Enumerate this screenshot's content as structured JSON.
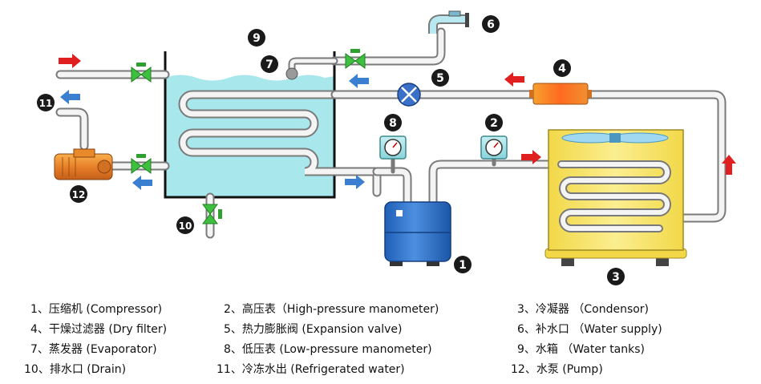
{
  "components": [
    {
      "num": "1",
      "label": "1、压缩机 (Compressor)"
    },
    {
      "num": "2",
      "label": "2、高压表（High-pressure manometer)"
    },
    {
      "num": "3",
      "label": "3、冷凝器 （Condensor)"
    },
    {
      "num": "4",
      "label": "4、干燥过滤器 (Dry filter)"
    },
    {
      "num": "5",
      "label": "5、热力膨胀阀 (Expansion valve)"
    },
    {
      "num": "6",
      "label": "6、补水口 （Water supply)"
    },
    {
      "num": "7",
      "label": "7、蒸发器 (Evaporator)"
    },
    {
      "num": "8",
      "label": "8、低压表 (Low-pressure manometer)"
    },
    {
      "num": "9",
      "label": "9、水箱 （Water tanks)"
    },
    {
      "num": "10",
      "label": "10、排水口 (Drain)"
    },
    {
      "num": "11",
      "label": "11、冷冻水出 (Refrigerated water)"
    },
    {
      "num": "12",
      "label": "12、水泵 (Pump)"
    }
  ],
  "colors": {
    "water": "#a8e8ec",
    "pipe_fill": "#f4f4f4",
    "pipe_stroke": "#7a7a7a",
    "valve_green": "#3fbf3f",
    "arrow_red": "#e02020",
    "arrow_blue": "#3a7fd0",
    "condenser_yellow": "#f8e06a",
    "compressor_blue": "#2f6fc9",
    "marker_fill": "#1a1a1a"
  },
  "icons": [
    "valve-icon",
    "faucet-icon",
    "gauge-icon",
    "expansion-valve-icon",
    "pump-icon",
    "fan-icon",
    "float-ball-icon"
  ]
}
